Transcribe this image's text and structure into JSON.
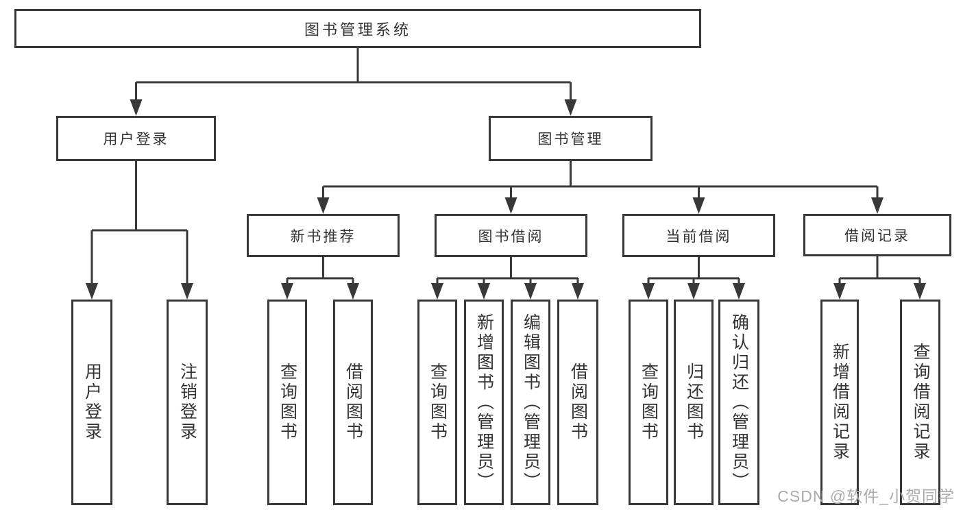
{
  "tree": {
    "label": "图书管理系统",
    "children": [
      {
        "label": "用户登录",
        "children": [
          {
            "label": "用户登录"
          },
          {
            "label": "注销登录"
          }
        ]
      },
      {
        "label": "图书管理",
        "children": [
          {
            "label": "新书推荐",
            "children": [
              {
                "label": "查询图书"
              },
              {
                "label": "借阅图书"
              }
            ]
          },
          {
            "label": "图书借阅",
            "children": [
              {
                "label": "查询图书"
              },
              {
                "label": "新增图书（管理员）"
              },
              {
                "label": "编辑图书（管理员）"
              },
              {
                "label": "借阅图书"
              }
            ]
          },
          {
            "label": "当前借阅",
            "children": [
              {
                "label": "查询图书"
              },
              {
                "label": "归还图书"
              },
              {
                "label": "确认归还（管理员）"
              }
            ]
          },
          {
            "label": "借阅记录",
            "children": [
              {
                "label": "新增借阅记录"
              },
              {
                "label": "查询借阅记录"
              }
            ]
          }
        ]
      }
    ]
  },
  "watermark": {
    "text": "CSDN @软件_小贺同学"
  },
  "colors": {
    "line": "#383838",
    "text": "#333333",
    "watermark": "#ababab",
    "background": "#ffffff"
  }
}
